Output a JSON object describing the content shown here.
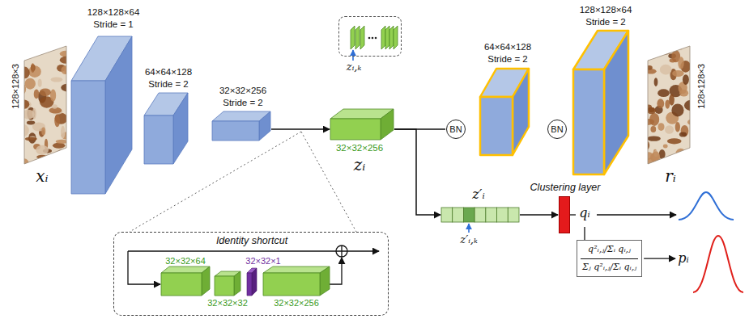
{
  "diagram": {
    "nodes": [
      {
        "text": [
          "128×128×3",
          "xᵢ"
        ]
      },
      {
        "text": [
          "128×128×64",
          "Stride = 1"
        ]
      },
      {
        "text": [
          "64×64×128",
          "Stride = 2"
        ]
      },
      {
        "text": [
          "32×32×256",
          "Stride = 2"
        ]
      },
      {
        "text": [
          "32×32×256",
          "zᵢ"
        ]
      },
      {
        "text": [
          "zᵢ,ₖ"
        ]
      },
      {
        "text": [
          "Identity shortcut"
        ]
      },
      {
        "text": [
          "32×32×64"
        ],
        "in": 6
      },
      {
        "text": [
          "32×32×32"
        ],
        "in": 6
      },
      {
        "text": [
          "32×32×1"
        ],
        "in": 6
      },
      {
        "text": [
          "32×32×256"
        ],
        "in": 6
      },
      {
        "text": [
          "BN"
        ]
      },
      {
        "text": [
          "64×64×128",
          "Stride = 2"
        ]
      },
      {
        "text": [
          "BN"
        ]
      },
      {
        "text": [
          "128×128×64",
          "Stride = 2"
        ]
      },
      {
        "text": [
          "128×128×3",
          "rᵢ"
        ]
      },
      {
        "text": [
          "z′ᵢ",
          "z′ᵢ,ₖ"
        ]
      },
      {
        "text": [
          "Clustering layer"
        ]
      },
      {
        "text": [
          "q²ᵢ,ⱼ/Σᵢ qᵢ,ⱼ",
          "Σⱼ q²ᵢ,ⱼ/Σᵢ qᵢ,ⱼ"
        ]
      }
    ],
    "edges": [
      {
        "from": 3,
        "to": 4,
        "arrow": "to"
      },
      {
        "from": 4,
        "to": 11,
        "arrow": "none"
      },
      {
        "from": 4,
        "to": 16,
        "arrow": "to"
      },
      {
        "from": 16,
        "to": 17,
        "arrow": "to"
      }
    ],
    "labels": [
      "qᵢ",
      "pᵢ"
    ]
  }
}
